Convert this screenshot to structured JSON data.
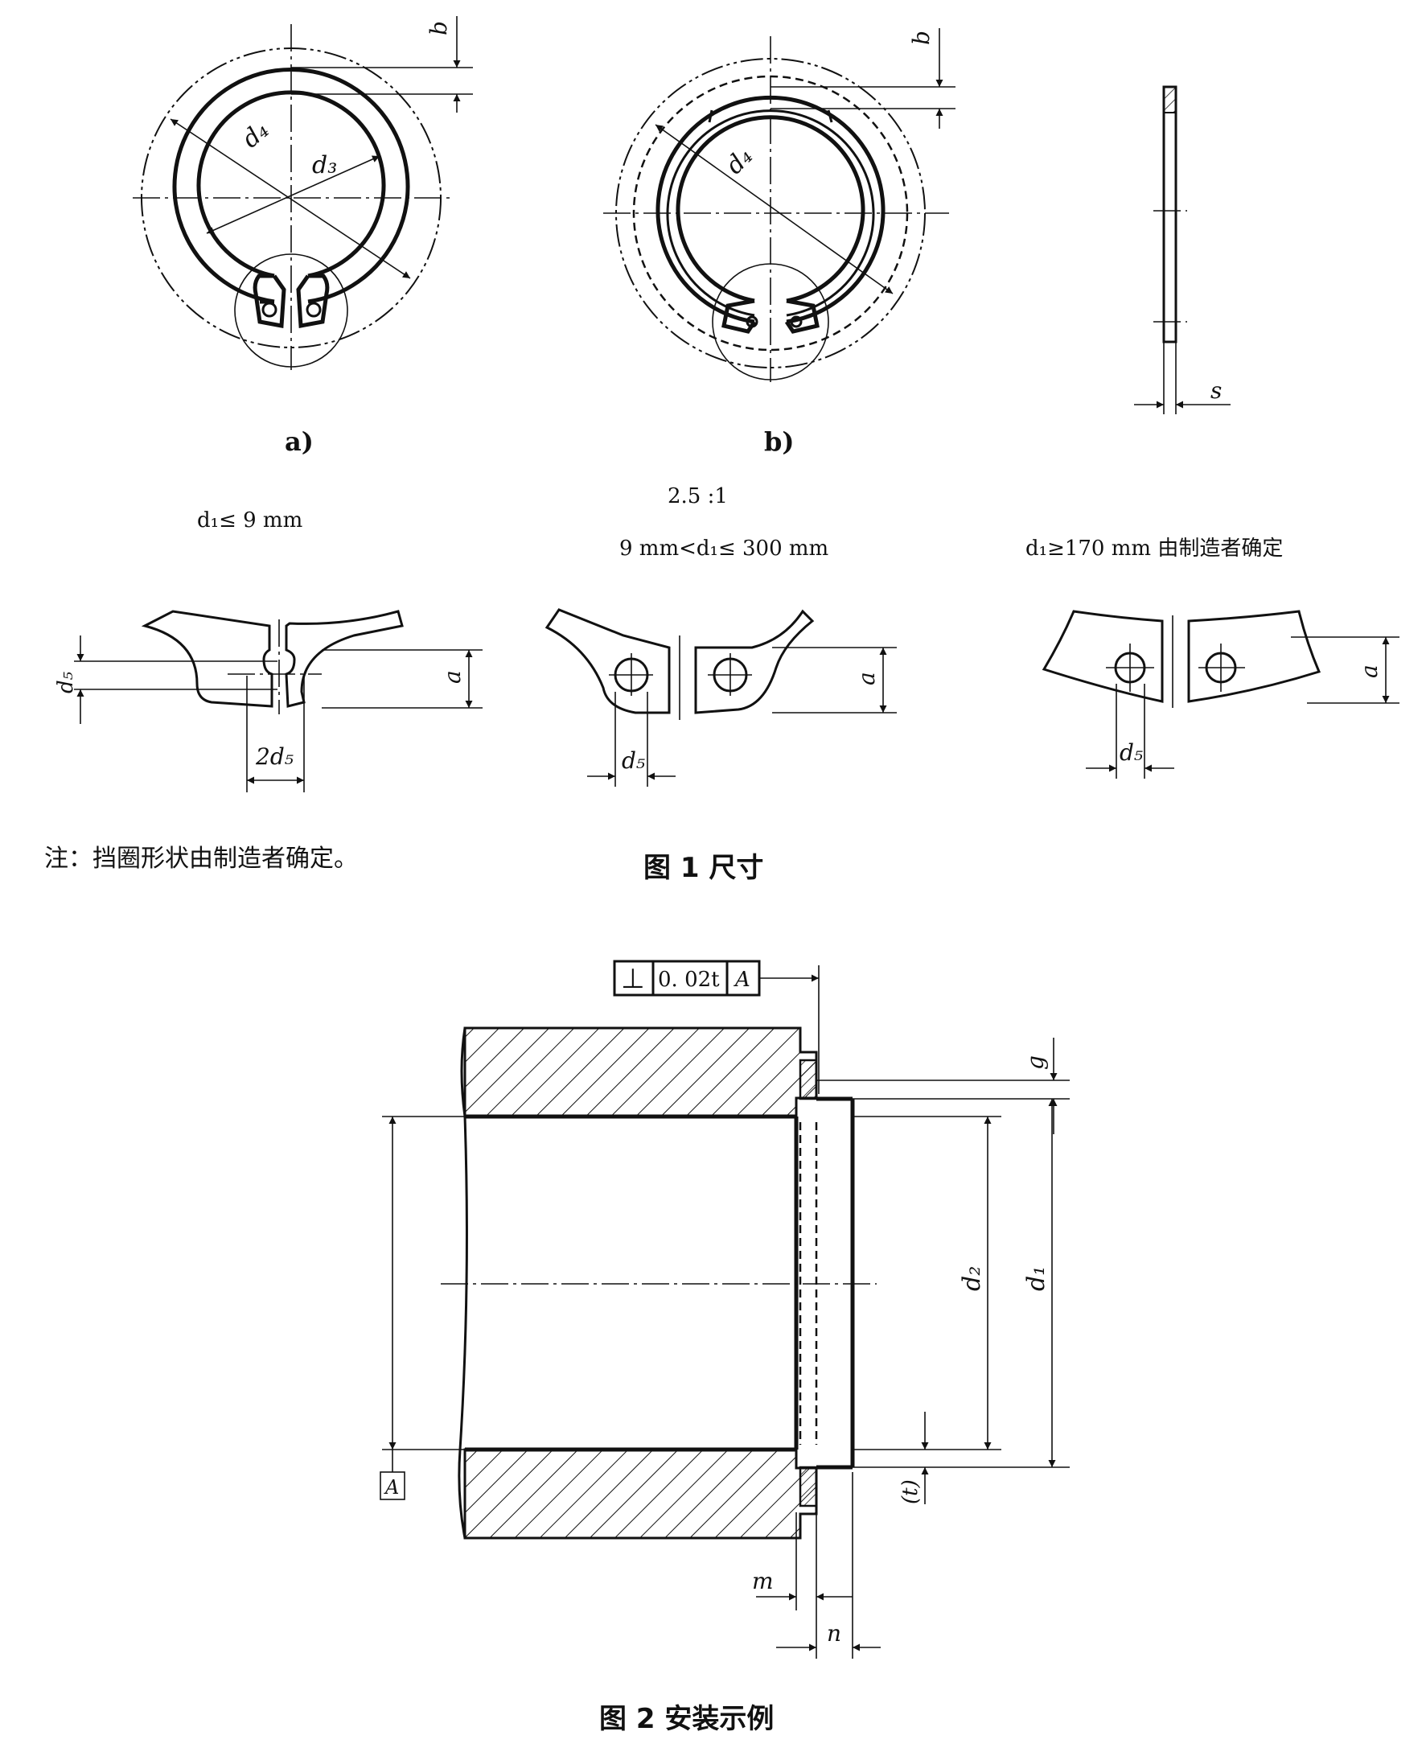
{
  "figure1": {
    "view_a_label": "a)",
    "view_b_label": "b)",
    "scale": "2.5 :1",
    "detail_1": {
      "condition": "d₁≤ 9 mm",
      "dim_gap": "2d₅",
      "dim_dia": "d₅",
      "dim_a": "a"
    },
    "detail_2": {
      "condition": "9 mm<d₁≤ 300 mm",
      "dim_dia": "d₅",
      "dim_a": "a"
    },
    "detail_3": {
      "condition": "d₁≥170 mm 由制造者确定",
      "dim_dia": "d₅",
      "dim_a": "a"
    },
    "dims": {
      "b": "b",
      "d3": "d₃",
      "d4": "d₄",
      "s": "s"
    },
    "note": "注：挡圈形状由制造者确定。",
    "caption": "图 1   尺寸"
  },
  "figure2": {
    "tolerance": {
      "symbol": "⊥",
      "value": "0. 02t",
      "datum": "A"
    },
    "datum_label": "A",
    "dims": {
      "g": "g",
      "d2": "d₂",
      "d1": "d₁",
      "t": "(t)",
      "m": "m",
      "n": "n"
    },
    "caption": "图 2    安装示例"
  }
}
